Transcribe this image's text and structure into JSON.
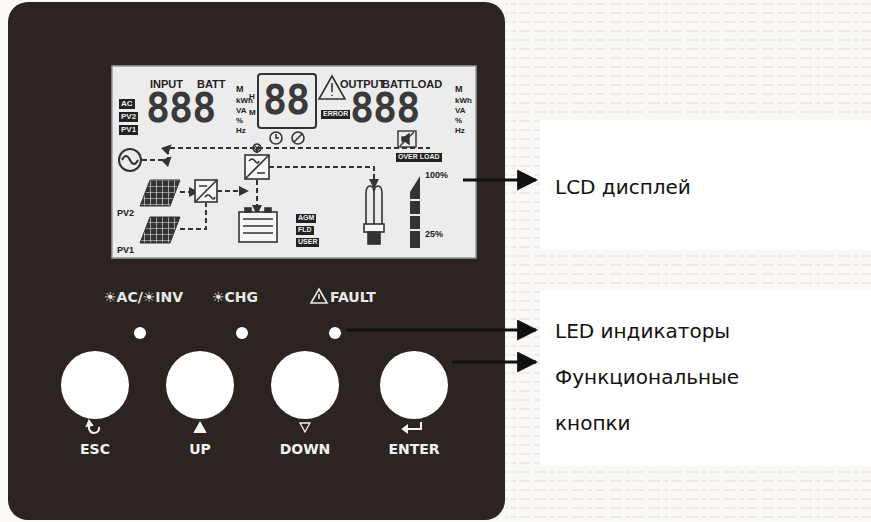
{
  "diagram": {
    "nodes": [
      {
        "text": [
          "LCD дисплей"
        ]
      },
      {
        "text": [
          "LED индикаторы",
          "Функциональные кнопки"
        ]
      }
    ],
    "labels": [
      "INPUT",
      "BATT",
      "M",
      "AC",
      "PV2",
      "PV1",
      "888",
      "kWh",
      "VA",
      "%",
      "Hz",
      "H",
      "M",
      "88",
      "ERROR",
      "OUTPUT",
      "BATT",
      "LOAD",
      "M",
      "888",
      "kWh",
      "VA",
      "%",
      "Hz",
      "OVER LOAD",
      "100%",
      "25%",
      "PV2",
      "PV1",
      "AGM",
      "FLD",
      "USER",
      "☀AC/☀INV",
      "☀CHG",
      "FAULT",
      "ESC",
      "UP",
      "DOWN",
      "ENTER"
    ]
  }
}
